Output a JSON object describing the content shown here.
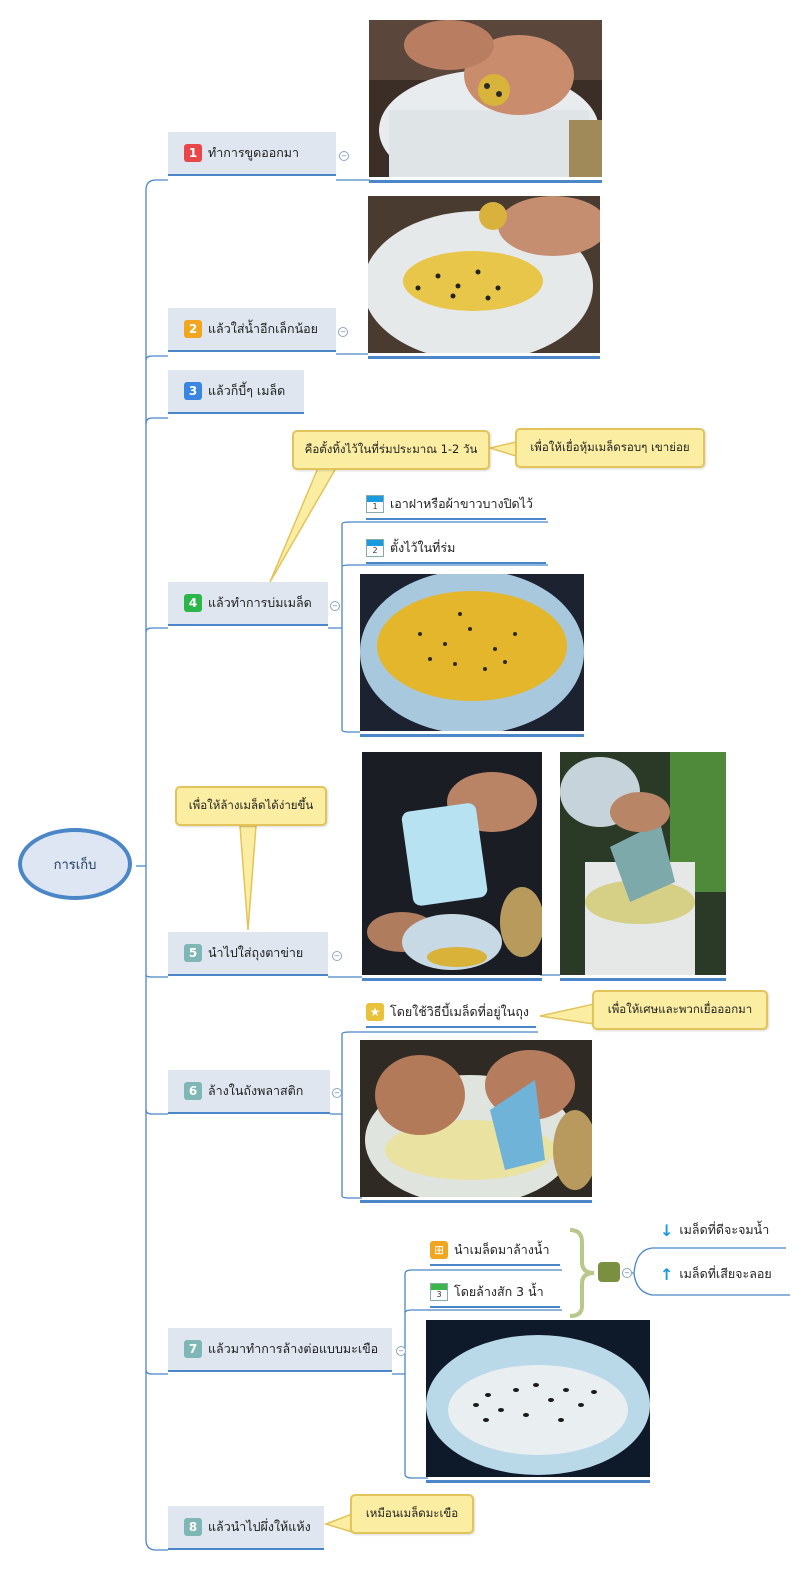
{
  "root": {
    "label": "การเก็บ"
  },
  "topics": [
    {
      "n": "1",
      "label": "ทำการขูดออกมา",
      "color": "#e8474a"
    },
    {
      "n": "2",
      "label": "แล้วใส่น้ำอีกเล็กน้อย",
      "color": "#f2a51f"
    },
    {
      "n": "3",
      "label": "แล้วก็บี้ๆ เมล็ด",
      "color": "#3a86e0"
    },
    {
      "n": "4",
      "label": "แล้วทำการบ่มเมล็ด",
      "color": "#2bb64a"
    },
    {
      "n": "5",
      "label": "นำไปใส่ถุงตาข่าย",
      "color": "#7fb6b6"
    },
    {
      "n": "6",
      "label": "ล้างในถังพลาสติก",
      "color": "#7fb6b6"
    },
    {
      "n": "7",
      "label": "แล้วมาทำการล้างต่อแบบมะเขือ",
      "color": "#7fb6b6"
    },
    {
      "n": "8",
      "label": "แล้วนำไปผึ่งให้แห้ง",
      "color": "#7fb6b6"
    }
  ],
  "callouts": {
    "c1": "คือตั้งทิ้งไว้ในที่ร่มประมาณ 1-2 วัน",
    "c2": "เพื่อให้เยื่อหุ้มเมล็ดรอบๆ เขาย่อย",
    "c3": "เพื่อให้ล้างเมล็ดได้ง่ายขึ้น",
    "c4": "เพื่อให้เศษและพวกเยื่อออกมา",
    "c5": "เหมือนเมล็ดมะเขือ"
  },
  "subs": {
    "s4a": {
      "n": "1",
      "label": "เอาฝาหรือผ้าขาวบางปิดไว้"
    },
    "s4b": {
      "n": "2",
      "label": "ตั้งไว้ในที่ร่ม"
    },
    "s6a": {
      "label": "โดยใช้วิธีบี้เมล็ดที่อยู่ในถุง"
    },
    "s7a": {
      "label": "นำเมล็ดมาล้างน้ำ"
    },
    "s7b": {
      "n": "3",
      "label": "โดยล้างสัก 3 น้ำ"
    },
    "r1": {
      "label": "เมล็ดที่ดีจะจมน้ำ"
    },
    "r2": {
      "label": "เมล็ดที่เสียจะลอย"
    }
  },
  "colors": {
    "accent": "#4a86c8",
    "callout": "#fbeea2",
    "topic_bg": "#dfe6ef",
    "summary": "#7a8f3f"
  }
}
